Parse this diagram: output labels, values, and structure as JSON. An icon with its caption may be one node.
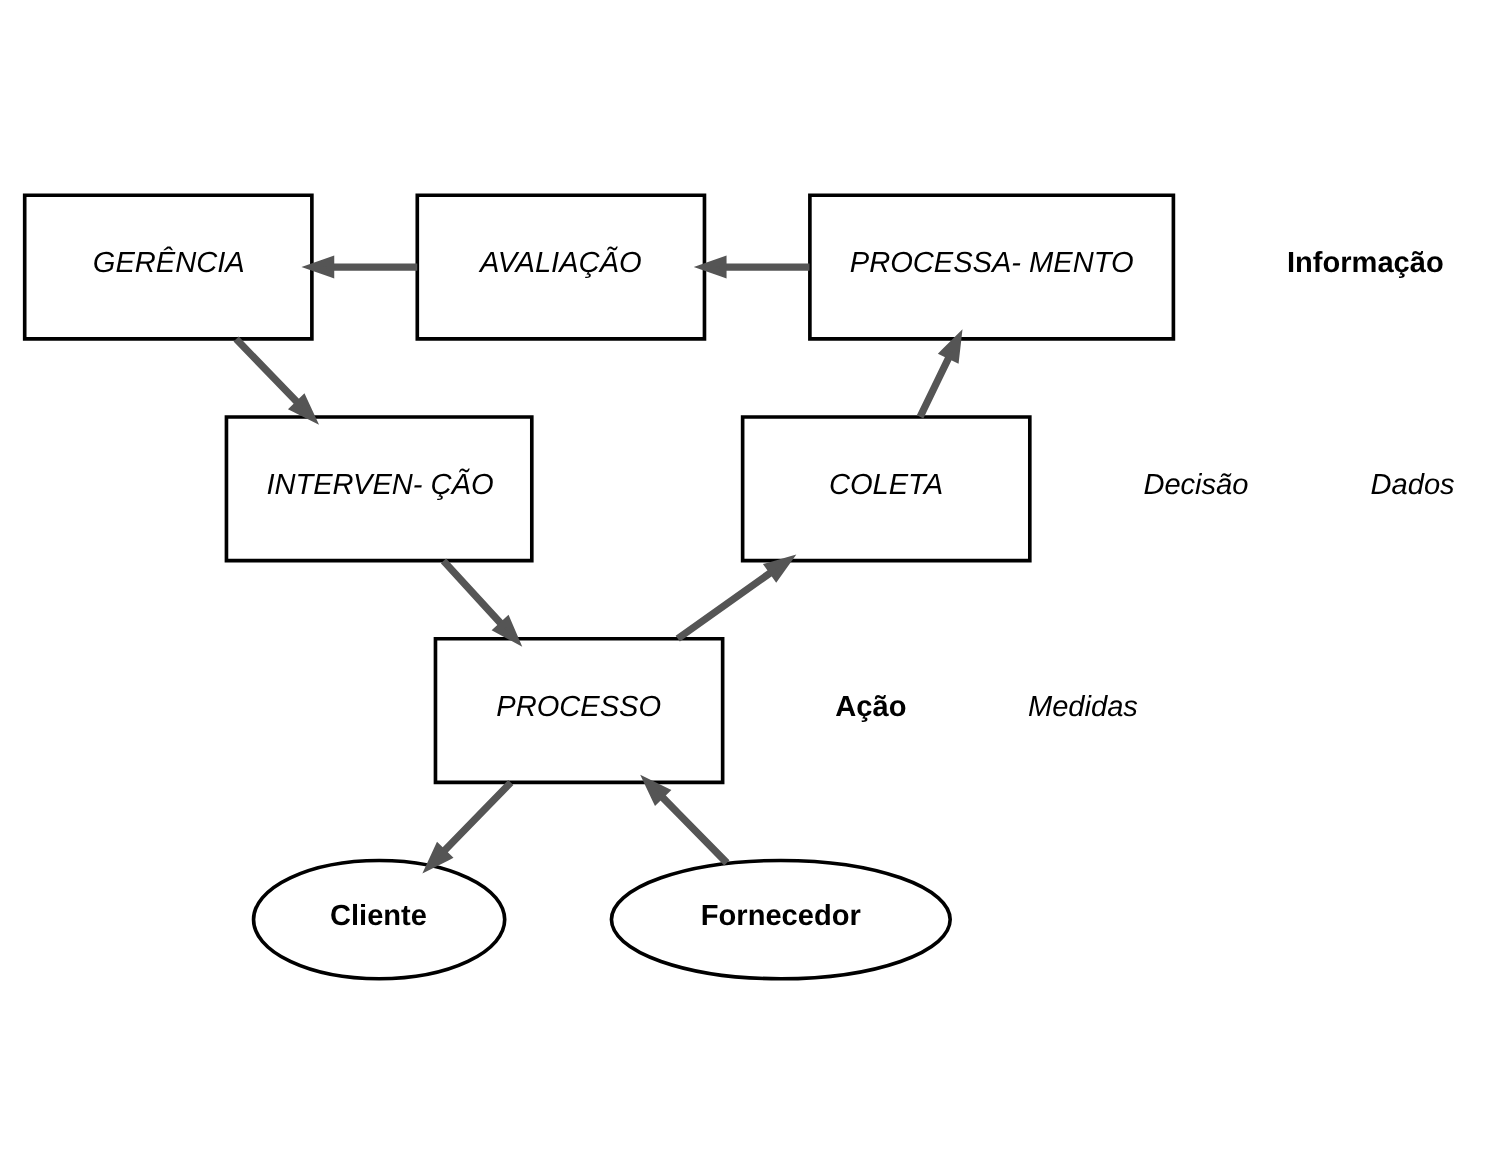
{
  "diagram": {
    "nodes": [
      {
        "text": [
          "GERÊNCIA"
        ]
      },
      {
        "text": [
          "AVALIAÇÃO"
        ]
      },
      {
        "text": [
          "PROCESSA- MENTO"
        ]
      },
      {
        "text": [
          "INTERVEN- ÇÃO"
        ]
      },
      {
        "text": [
          "COLETA"
        ]
      },
      {
        "text": [
          "PROCESSO"
        ]
      },
      {
        "text": [
          "Fornecedor"
        ]
      },
      {
        "text": [
          "Cliente"
        ]
      }
    ],
    "edges": [
      {
        "from": 1,
        "to": 0,
        "arrow": "to"
      },
      {
        "from": 2,
        "to": 1,
        "arrow": "to"
      },
      {
        "from": 0,
        "to": 3,
        "arrow": "to"
      },
      {
        "from": 3,
        "to": 5,
        "arrow": "to"
      },
      {
        "from": 5,
        "to": 4,
        "arrow": "to"
      },
      {
        "from": 4,
        "to": 2,
        "arrow": "to"
      },
      {
        "from": 6,
        "to": 5,
        "arrow": "to"
      },
      {
        "from": 5,
        "to": 7,
        "arrow": "to"
      }
    ],
    "labels": [
      "Informação",
      "Decisão",
      "Dados",
      "Ação",
      "Medidas"
    ]
  }
}
